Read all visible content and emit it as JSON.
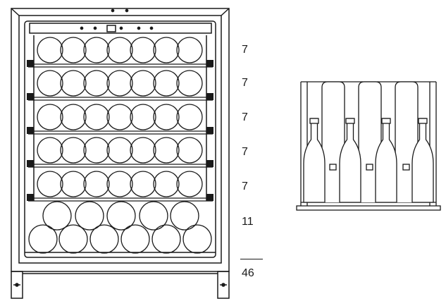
{
  "shelves": [
    {
      "count": "7"
    },
    {
      "count": "7"
    },
    {
      "count": "7"
    },
    {
      "count": "7"
    },
    {
      "count": "7"
    },
    {
      "count": "11"
    }
  ],
  "total": "46",
  "icons": {
    "cabinet": "wine-cabinet-front-icon",
    "shelf_detail": "bottle-shelf-side-icon"
  },
  "colors": {
    "line": "#1a1a1a",
    "background": "#ffffff"
  }
}
